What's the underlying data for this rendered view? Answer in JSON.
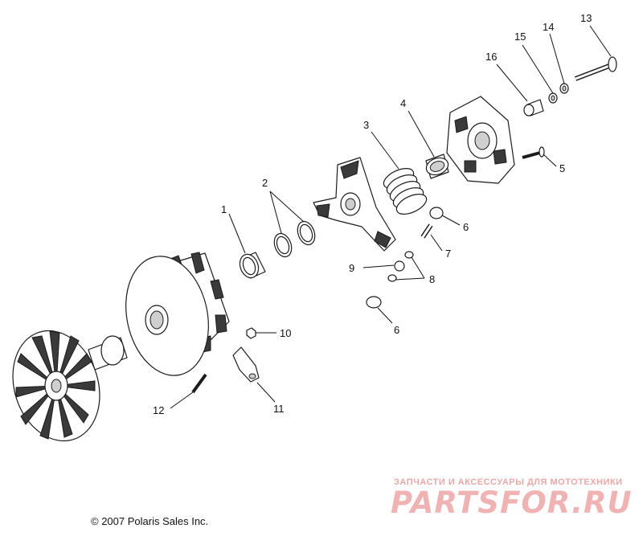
{
  "callouts": [
    {
      "id": "1",
      "label": "1"
    },
    {
      "id": "2",
      "label": "2"
    },
    {
      "id": "3",
      "label": "3"
    },
    {
      "id": "4",
      "label": "4"
    },
    {
      "id": "5",
      "label": "5"
    },
    {
      "id": "6a",
      "label": "6"
    },
    {
      "id": "6b",
      "label": "6"
    },
    {
      "id": "7",
      "label": "7"
    },
    {
      "id": "8",
      "label": "8"
    },
    {
      "id": "9",
      "label": "9"
    },
    {
      "id": "10",
      "label": "10"
    },
    {
      "id": "11",
      "label": "11"
    },
    {
      "id": "12",
      "label": "12"
    },
    {
      "id": "13",
      "label": "13"
    },
    {
      "id": "14",
      "label": "14"
    },
    {
      "id": "15",
      "label": "15"
    },
    {
      "id": "16",
      "label": "16"
    }
  ],
  "copyright": "© 2007 Polaris Sales Inc.",
  "watermark": {
    "subtitle": "ЗАПЧАСТИ И АКСЕССУАРЫ ДЛЯ МОТОТЕХНИКИ",
    "logo": "PARTSFOR.RU",
    "color": "#f0b3b3"
  }
}
